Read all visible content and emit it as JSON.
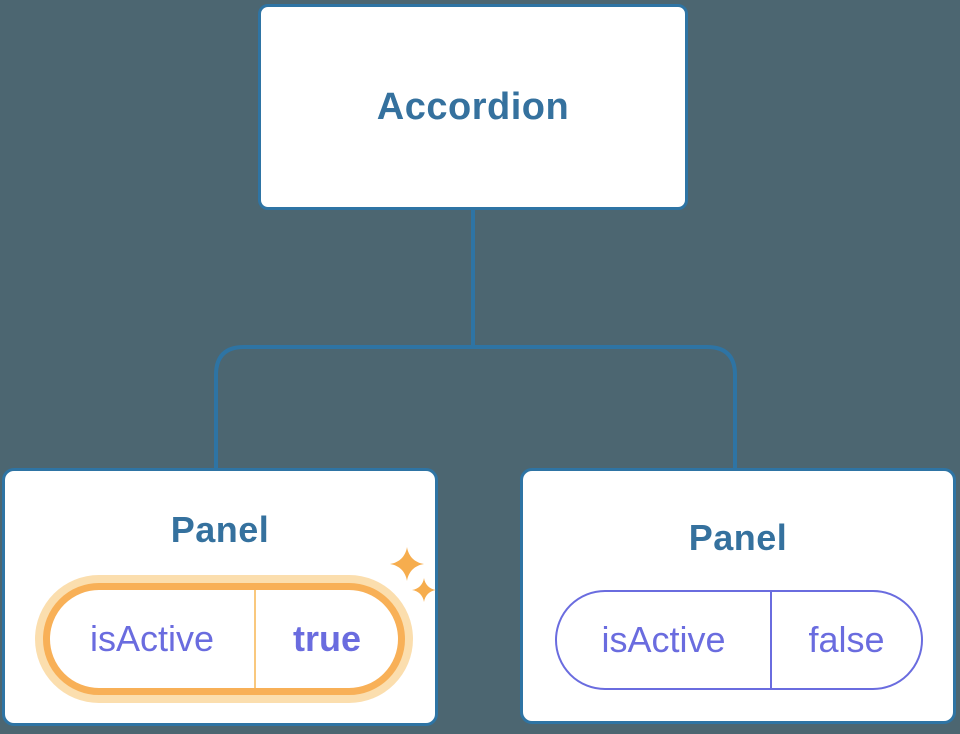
{
  "colors": {
    "background": "#4C6671",
    "connector": "#2E74A4",
    "node_border": "#2E74A4",
    "node_bg": "#FFFFFF",
    "heading_text": "#35719E",
    "state_text": "#6A6CDF",
    "highlight_border": "#F8B057",
    "highlight_halo": "#FBDEAE",
    "highlight_divider": "#F9C87E",
    "sparkle": "#F6AD4E"
  },
  "root_node": {
    "label": "Accordion"
  },
  "panels": [
    {
      "label": "Panel",
      "state_key": "isActive",
      "state_value": "true",
      "highlighted": true
    },
    {
      "label": "Panel",
      "state_key": "isActive",
      "state_value": "false",
      "highlighted": false
    }
  ]
}
